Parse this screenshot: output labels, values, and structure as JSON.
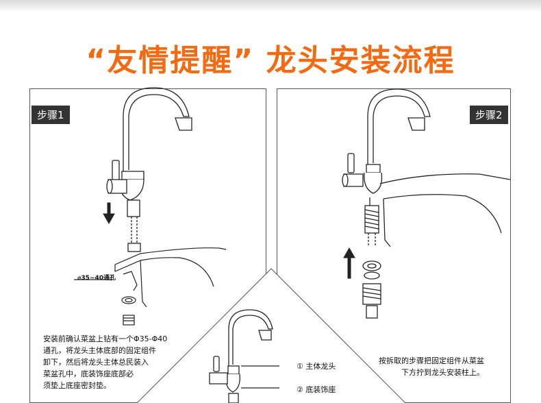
{
  "title": "“友情提醒” 龙头安装流程",
  "step1": {
    "badge": "步骤1",
    "hole_label": "⌀35~40通孔",
    "note": "安装前确认菜盆上钻有一个Φ35-Φ40\n通孔，将龙头主体底部的固定组件\n卸下，然后将龙头主体总民装入\n菜盆孔中，底装饰座底部必\n须垫上底座密封垫。"
  },
  "step2": {
    "badge": "步骤2",
    "note": "按拆取的步骤把固定组件从菜盆\n下方拧到龙头安装柱上。"
  },
  "callouts": [
    {
      "number": "①",
      "label": "主体龙头"
    },
    {
      "number": "②",
      "label": "底装饰座"
    }
  ],
  "colors": {
    "title": "#f26a12",
    "badge_bg": "#333333",
    "line": "#222222"
  }
}
